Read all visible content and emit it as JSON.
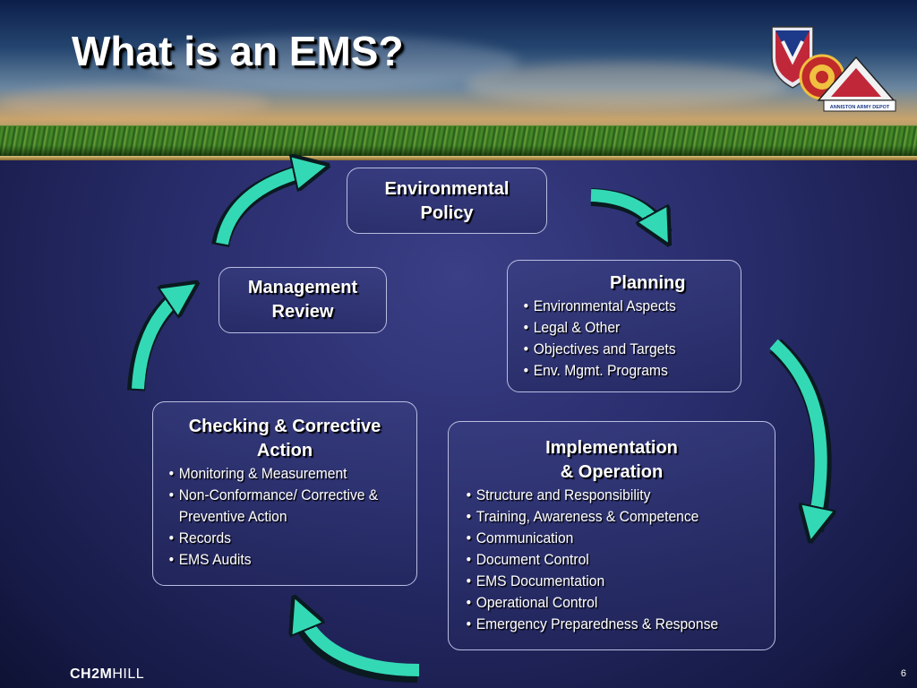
{
  "slide": {
    "title": "What is an EMS?",
    "page_number": "6"
  },
  "brand": {
    "footer_logo_bold": "CH2M",
    "footer_logo_regular": "HILL",
    "depot_name": "ANNISTON ARMY DEPOT"
  },
  "cycle": {
    "environmental_policy": {
      "title": "Environmental\nPolicy"
    },
    "planning": {
      "title": "Planning",
      "items": [
        "Environmental Aspects",
        "Legal & Other",
        "Objectives and Targets",
        "Env. Mgmt. Programs"
      ]
    },
    "implementation": {
      "title": "Implementation\n& Operation",
      "items": [
        "Structure and Responsibility",
        "Training, Awareness & Competence",
        "Communication",
        "Document Control",
        "EMS Documentation",
        "Operational Control",
        "Emergency Preparedness & Response"
      ]
    },
    "checking": {
      "title": "Checking & Corrective\nAction",
      "items": [
        "Monitoring & Measurement",
        "Non-Conformance/ Corrective &\nPreventive Action",
        "Records",
        "EMS Audits"
      ]
    },
    "management_review": {
      "title": "Management\nReview"
    }
  },
  "colors": {
    "arrow": "#33d9b5",
    "arrow_dark": "#0a1a20",
    "box_border": "#b9bde0",
    "title_text": "#ffffff"
  }
}
